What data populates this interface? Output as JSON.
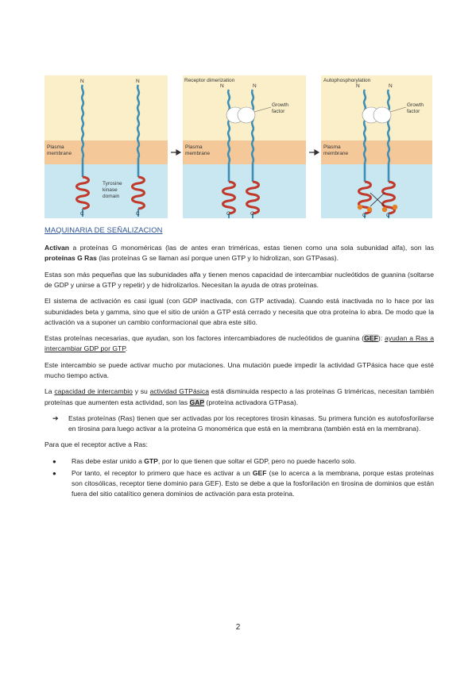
{
  "figure": {
    "panel1_labels": {
      "n_left": "N",
      "n_right": "N",
      "membrane": [
        "Plasma",
        "membrane"
      ],
      "kinase": [
        "Tyrosine",
        "kinase",
        "domain"
      ],
      "c_left": "C",
      "c_right": "C"
    },
    "panel2_labels": {
      "title": "Receptor dimerization",
      "n_left": "N",
      "n_right": "N",
      "growth": [
        "Growth",
        "factor"
      ],
      "membrane": [
        "Plasma",
        "membrane"
      ],
      "c_left": "C",
      "c_right": "C"
    },
    "panel3_labels": {
      "title": "Autophosphorylation",
      "n_left": "N",
      "n_right": "N",
      "growth": [
        "Growth",
        "factor"
      ],
      "membrane": [
        "Plasma",
        "membrane"
      ],
      "c_left": "C",
      "c_right": "C"
    },
    "colors": {
      "extracellular": "#fbefc9",
      "membrane": "#f5c89a",
      "cytoplasm": "#c9e7f1",
      "receptor": "#3f8fb5",
      "kinase": "#c0392b",
      "phosphate": "#e67e22"
    }
  },
  "heading": "MAQUINARIA DE SEÑALIZACION",
  "p1": {
    "b1": "Activan",
    "t1": " a proteínas G monoméricas (las de antes eran triméricas, estas tienen como una sola subunidad alfa), son las ",
    "b2": "proteínas G Ras",
    "t2": " (las proteínas G se llaman así porque unen GTP y lo hidrolizan, son GTPasas)."
  },
  "p2": "Estas son más pequeñas que las subunidades alfa y tienen menos capacidad de intercambiar nucleótidos de guanina (soltarse de GDP y unirse a GTP y repetir) y de hidrolizarlos. Necesitan la ayuda de otras proteínas.",
  "p3": "El sistema de activación es casi igual (con GDP inactivada, con GTP activada). Cuando está inactivada no lo hace por las subunidades beta y gamma, sino que el sitio de unión a GTP está cerrado y necesita que otra proteína lo abra. De modo que la activación va a suponer un cambio conformacional que abra este sitio.",
  "p4": {
    "t1": "Estas proteínas necesarias, que ayudan, son los factores intercambiadores de nucleótidos de guanina (",
    "b1": "GEF",
    "t2": "): ",
    "u1": "ayudan a Ras a intercambiar GDP por GTP",
    "t3": "."
  },
  "p5": "Este intercambio se puede activar mucho por mutaciones. Una mutación puede impedir la actividad GTPásica hace que esté mucho tiempo activa.",
  "p6": {
    "t1": "La ",
    "u1": "capacidad de intercambio",
    "t2": " y su ",
    "u2": "actividad GTPásica",
    "t3": " está disminuida respecto a las proteínas G triméricas, necesitan también proteínas que aumenten esta actividad, son las ",
    "b1": "GAP",
    "t4": " (proteína activadora GTPasa)."
  },
  "arrow_item": {
    "marker": "➔",
    "text": "Estas proteínas (Ras) tienen que ser activadas por los receptores tirosin kinasas. Su primera función es autofosforilarse en tirosina para luego activar a la proteína G monomérica que está en la membrana (también está en la membrana)."
  },
  "p7": "Para que el receptor active a Ras:",
  "bullets": {
    "marker": "●",
    "b1": {
      "t1": "Ras debe estar unido a ",
      "b1": "GTP",
      "t2": ", por lo que tienen que soltar el GDP, pero no puede hacerlo solo."
    },
    "b2": {
      "t1": "Por tanto, el receptor lo primero que hace es activar a un ",
      "b1": "GEF",
      "t2": " (se lo acerca a la membrana, porque estas proteínas son citosólicas, receptor tiene dominio para GEF). Esto se debe a que la fosforilación en tirosina de dominios que están fuera del sitio catalítico genera dominios de activación para esta proteína."
    }
  },
  "page_number": "2"
}
